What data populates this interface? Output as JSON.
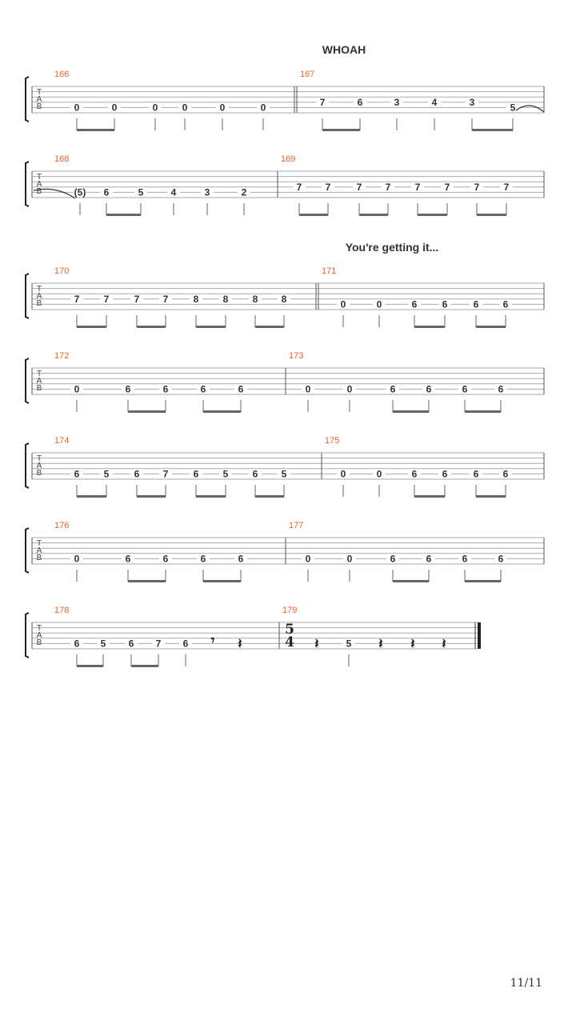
{
  "page_number": "11/11",
  "tab_letters": [
    "T",
    "A",
    "B"
  ],
  "text_marks": [
    "WHOAH",
    "You're getting it..."
  ],
  "systems": [
    {
      "measures": [
        {
          "number": "166",
          "frets": [
            "0",
            "0",
            "0",
            "0",
            "0",
            "0"
          ]
        },
        {
          "number": "167",
          "frets": [
            "7",
            "6",
            "3",
            "4",
            "3",
            "5"
          ]
        }
      ]
    },
    {
      "measures": [
        {
          "number": "168",
          "frets": [
            "(5)",
            "6",
            "5",
            "4",
            "3",
            "2"
          ]
        },
        {
          "number": "169",
          "frets": [
            "7",
            "7",
            "7",
            "7",
            "7",
            "7",
            "7",
            "7"
          ]
        }
      ]
    },
    {
      "measures": [
        {
          "number": "170",
          "frets": [
            "7",
            "7",
            "7",
            "7",
            "8",
            "8",
            "8",
            "8"
          ]
        },
        {
          "number": "171",
          "frets": [
            "0",
            "0",
            "6",
            "6",
            "6",
            "6"
          ]
        }
      ]
    },
    {
      "measures": [
        {
          "number": "172",
          "frets": [
            "0",
            "6",
            "6",
            "6",
            "6"
          ]
        },
        {
          "number": "173",
          "frets": [
            "0",
            "0",
            "6",
            "6",
            "6",
            "6"
          ]
        }
      ]
    },
    {
      "measures": [
        {
          "number": "174",
          "frets": [
            "6",
            "5",
            "6",
            "7",
            "6",
            "5",
            "6",
            "5"
          ]
        },
        {
          "number": "175",
          "frets": [
            "0",
            "0",
            "6",
            "6",
            "6",
            "6"
          ]
        }
      ]
    },
    {
      "measures": [
        {
          "number": "176",
          "frets": [
            "0",
            "6",
            "6",
            "6",
            "6"
          ]
        },
        {
          "number": "177",
          "frets": [
            "0",
            "0",
            "6",
            "6",
            "6",
            "6"
          ]
        }
      ]
    },
    {
      "measures": [
        {
          "number": "178",
          "frets": [
            "6",
            "5",
            "6",
            "7",
            "6"
          ]
        },
        {
          "number": "179",
          "frets": [
            "5"
          ],
          "time_signature": [
            "5",
            "4"
          ]
        }
      ]
    }
  ]
}
